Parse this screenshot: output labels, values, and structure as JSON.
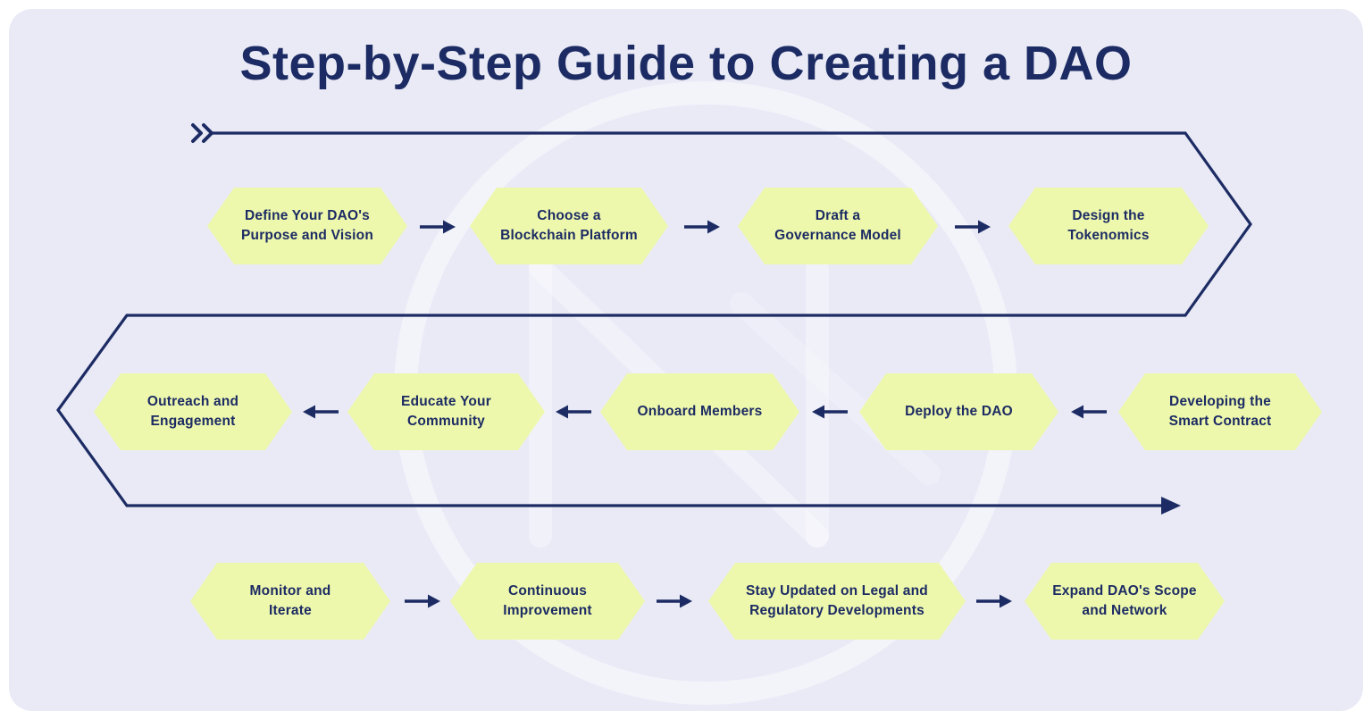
{
  "title": "Step-by-Step Guide to Creating a DAO",
  "colors": {
    "panel_background": "#e9eaf6",
    "hexagon_fill": "#eef8ad",
    "line_and_text_navy": "#1c2b63",
    "watermark": "#ffffff"
  },
  "icons": {
    "flow_start": "double-chevron-right-icon",
    "connector_right": "arrow-right-icon",
    "connector_left": "arrow-left-icon",
    "flow_end": "arrow-right-icon",
    "watermark": "circle-logo-watermark-icon"
  },
  "rows": [
    {
      "direction": "left-to-right",
      "steps": [
        {
          "label": "Define Your DAO's\nPurpose and Vision"
        },
        {
          "label": "Choose a\nBlockchain Platform"
        },
        {
          "label": "Draft a\nGovernance Model"
        },
        {
          "label": "Design the\nTokenomics"
        }
      ]
    },
    {
      "direction": "right-to-left",
      "steps": [
        {
          "label": "Developing the\nSmart Contract"
        },
        {
          "label": "Deploy the DAO"
        },
        {
          "label": "Onboard Members"
        },
        {
          "label": "Educate Your\nCommunity"
        },
        {
          "label": "Outreach and\nEngagement"
        }
      ]
    },
    {
      "direction": "left-to-right",
      "steps": [
        {
          "label": "Monitor and\nIterate"
        },
        {
          "label": "Continuous\nImprovement"
        },
        {
          "label": "Stay Updated on Legal and\nRegulatory Developments"
        },
        {
          "label": "Expand DAO's Scope\nand Network"
        }
      ]
    }
  ]
}
